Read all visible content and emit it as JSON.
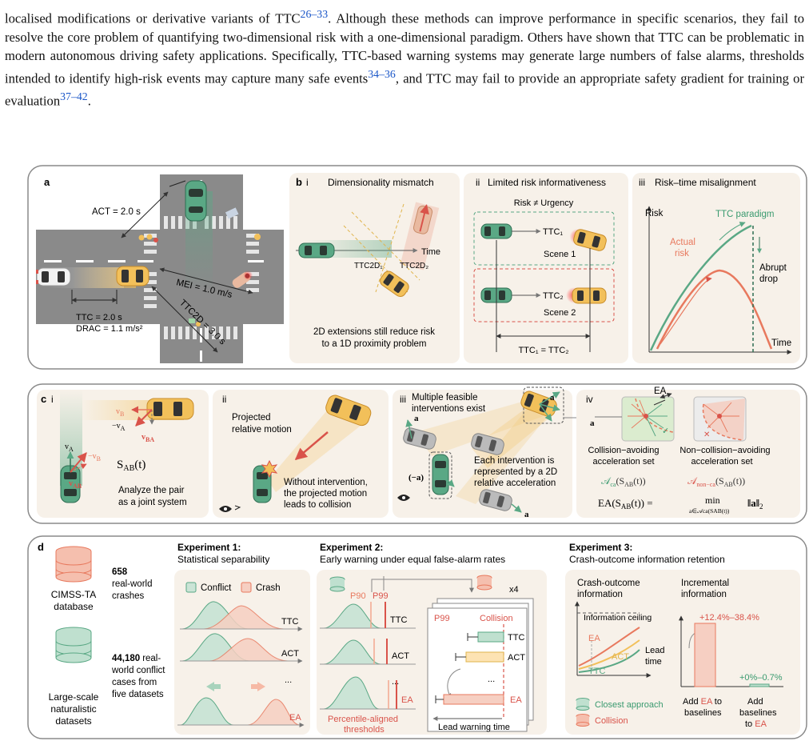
{
  "paragraph": {
    "s1a": "localised modifications or derivative variants of TTC",
    "ref1": "26–33",
    "s1b": ". Although these methods can improve performance in specific scenarios, they fail to resolve the core problem of quantifying two-dimensional risk with a one-dimensional paradigm. Others have shown that TTC can be problematic in modern autonomous driving safety applications. Specifically, TTC-based warning systems may generate large numbers of false alarms, thresholds intended to identify high-risk events may capture many safe events",
    "ref2": "34–36",
    "s1c": ", and TTC may fail to provide an appropriate safety gradient for training or evaluation",
    "ref3": "37–42",
    "s1d": "."
  },
  "panel_a": {
    "label": "a",
    "act": "ACT = 2.0 s",
    "mei": "MEI = 1.0 m/s",
    "ttc2d": "TTC2D = 3.0 s",
    "ttc": "TTC = 2.0 s",
    "drac": "DRAC = 1.1 m/s²"
  },
  "panel_b": {
    "label": "b",
    "i_num": "i",
    "i_title": "Dimensionality mismatch",
    "i_time": "Time",
    "i_ttc2d1": "TTC2D₁",
    "i_ttc2d2": "TTC2D₂",
    "i_caption1": "2D extensions still reduce risk",
    "i_caption2": "to a 1D proximity problem",
    "ii_num": "ii",
    "ii_title": "Limited risk informativeness",
    "ii_risk": "Risk ≠ Urgency",
    "ii_ttc1": "TTC₁",
    "ii_ttc2": "TTC₂",
    "ii_scene1": "Scene 1",
    "ii_scene2": "Scene 2",
    "ii_eq": "TTC₁ = TTC₂",
    "iii_num": "iii",
    "iii_title": "Risk–time misalignment",
    "iii_risk": "Risk",
    "iii_paradigm": "TTC paradigm",
    "iii_actual1": "Actual",
    "iii_actual2": "risk",
    "iii_abrupt1": "Abrupt",
    "iii_abrupt2": "drop",
    "iii_time": "Time"
  },
  "panel_c": {
    "label": "c",
    "i_num": "i",
    "i_vb": "v",
    "i_vbsub": "B",
    "i_mva": "−v",
    "i_mvasub": "A",
    "i_vba": "v",
    "i_vbasub": "BA",
    "i_va": "v",
    "i_vasub": "A",
    "i_mvb": "−v",
    "i_mvbsub": "B",
    "i_vab": "v",
    "i_vabsub": "AB",
    "i_sab": "S",
    "i_sabsub": "AB",
    "i_sabt": "(t)",
    "i_caption1": "Analyze the pair",
    "i_caption2": "as a joint system",
    "ii_num": "ii",
    "ii_proj1": "Projected",
    "ii_proj2": "relative motion",
    "ii_cap1": "Without intervention,",
    "ii_cap2": "the projected motion",
    "ii_cap3": "leads to collision",
    "iii_num": "iii",
    "iii_mult1": "Multiple feasible",
    "iii_mult2": "interventions exist",
    "iii_a": "a",
    "iii_na": "(−a)",
    "iii_each1": "Each intervention is",
    "iii_each2": "represented by a 2D",
    "iii_each3": "relative acceleration",
    "iv_num": "iv",
    "iv_ea": "EA",
    "iv_a": "a",
    "iv_ca1": "Collision−avoiding",
    "iv_ca2": "acceleration set",
    "iv_nca1": "Non−collision−avoiding",
    "iv_nca2": "acceleration set",
    "iv_setca": "𝒜",
    "iv_setcasub": "ca",
    "iv_setcaarg": "(S",
    "iv_setcaarg2": "AB",
    "iv_setcaarg3": "(t))",
    "iv_setnca": "𝒜",
    "iv_setncasub": "non−ca",
    "iv_eq_lhs": "EA(S",
    "iv_eq_lhs_sub": "AB",
    "iv_eq_lhs2": "(t)) =",
    "iv_eq_min": "min",
    "iv_eq_under": "a∈𝒜ca(SAB(t))",
    "iv_eq_norm": "‖a‖",
    "iv_eq_norm_sub": "2"
  },
  "panel_d": {
    "label": "d",
    "db1_name1": "CIMSS-TA",
    "db1_name2": "database",
    "db1_count": "658",
    "db1_desc1": "real-world",
    "db1_desc2": "crashes",
    "db2_name1": "Large-scale",
    "db2_name2": "naturalistic",
    "db2_name3": "datasets",
    "db2_count": "44,180",
    "db2_desc0": "real-",
    "db2_desc1": "world conflict",
    "db2_desc2": "cases from",
    "db2_desc3": "five datasets",
    "e1_title": "Experiment 1:",
    "e1_sub": "Statistical separability",
    "e1_conflict": "Conflict",
    "e1_crash": "Crash",
    "e1_ttc": "TTC",
    "e1_act": "ACT",
    "e1_dots": "...",
    "e1_ea": "EA",
    "e2_title": "Experiment 2:",
    "e2_sub": "Early warning under equal false-alarm rates",
    "e2_p90": "P90",
    "e2_p99": "P99",
    "e2_ttc": "TTC",
    "e2_act": "ACT",
    "e2_dots": "...",
    "e2_ea": "EA",
    "e2_pct1": "Percentile-aligned",
    "e2_pct2": "thresholds",
    "e2_x4": "x4",
    "e2_p99b": "P99",
    "e2_collision": "Collision",
    "e2_lead": "Lead warning time",
    "e3_title": "Experiment 3:",
    "e3_sub": "Crash-outcome information retention",
    "e3_co1": "Crash-outcome",
    "e3_co2": "information",
    "e3_ceiling": "Information ceiling",
    "e3_ea": "EA",
    "e3_act": "ACT",
    "e3_ttc": "TTC",
    "e3_lead1": "Lead",
    "e3_lead2": "time",
    "e3_closest": "Closest approach",
    "e3_collision": "Collision",
    "e3_inc1": "Incremental",
    "e3_inc2": "information",
    "e3_v1": "+12.4%–38.4%",
    "e3_v2": "+0%–0.7%",
    "e3_add1a": "Add ",
    "e3_add1b": "EA",
    "e3_add1c": " to",
    "e3_add1d": "baselines",
    "e3_add2a": "Add",
    "e3_add2b": "baselines",
    "e3_add2c": "to ",
    "e3_add2d": "EA"
  },
  "colors": {
    "green": "#5aa885",
    "orange": "#e8795e",
    "yellow": "#f2c05a",
    "panel_bg": "#f7f1e9",
    "border": "#8a8a8a",
    "link": "#1a56c8"
  }
}
